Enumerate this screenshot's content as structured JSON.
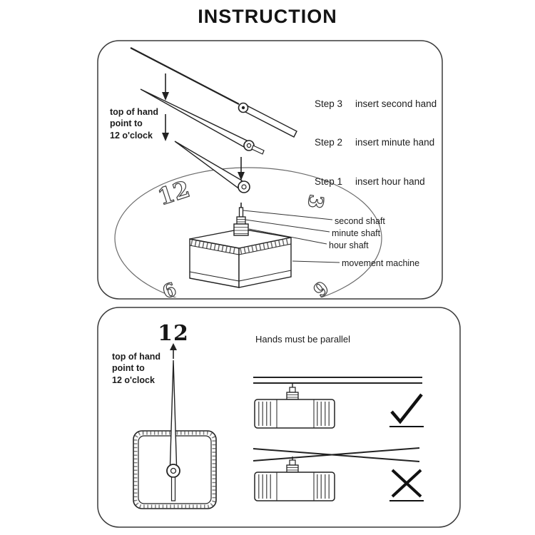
{
  "title": "INSTRUCTION",
  "panel1": {
    "steps": [
      {
        "label": "Step 3",
        "text": "insert second hand"
      },
      {
        "label": "Step 2",
        "text": "insert minute hand"
      },
      {
        "label": "Step 1",
        "text": "insert hour hand"
      }
    ],
    "hand_note": {
      "line1": "top of hand",
      "line2": "point to",
      "line3": "12 o'clock"
    },
    "shaft_labels": {
      "second": "second shaft",
      "minute": "minute shaft",
      "hour": "hour shaft",
      "movement": "movement machine"
    },
    "clock_numbers": {
      "twelve": "12",
      "three": "3",
      "nine": "9",
      "six": "6"
    }
  },
  "panel2": {
    "twelve": "12",
    "hand_note": {
      "line1": "top of hand",
      "line2": "point to",
      "line3": "12 o'clock"
    },
    "parallel_note": "Hands must be parallel"
  }
}
